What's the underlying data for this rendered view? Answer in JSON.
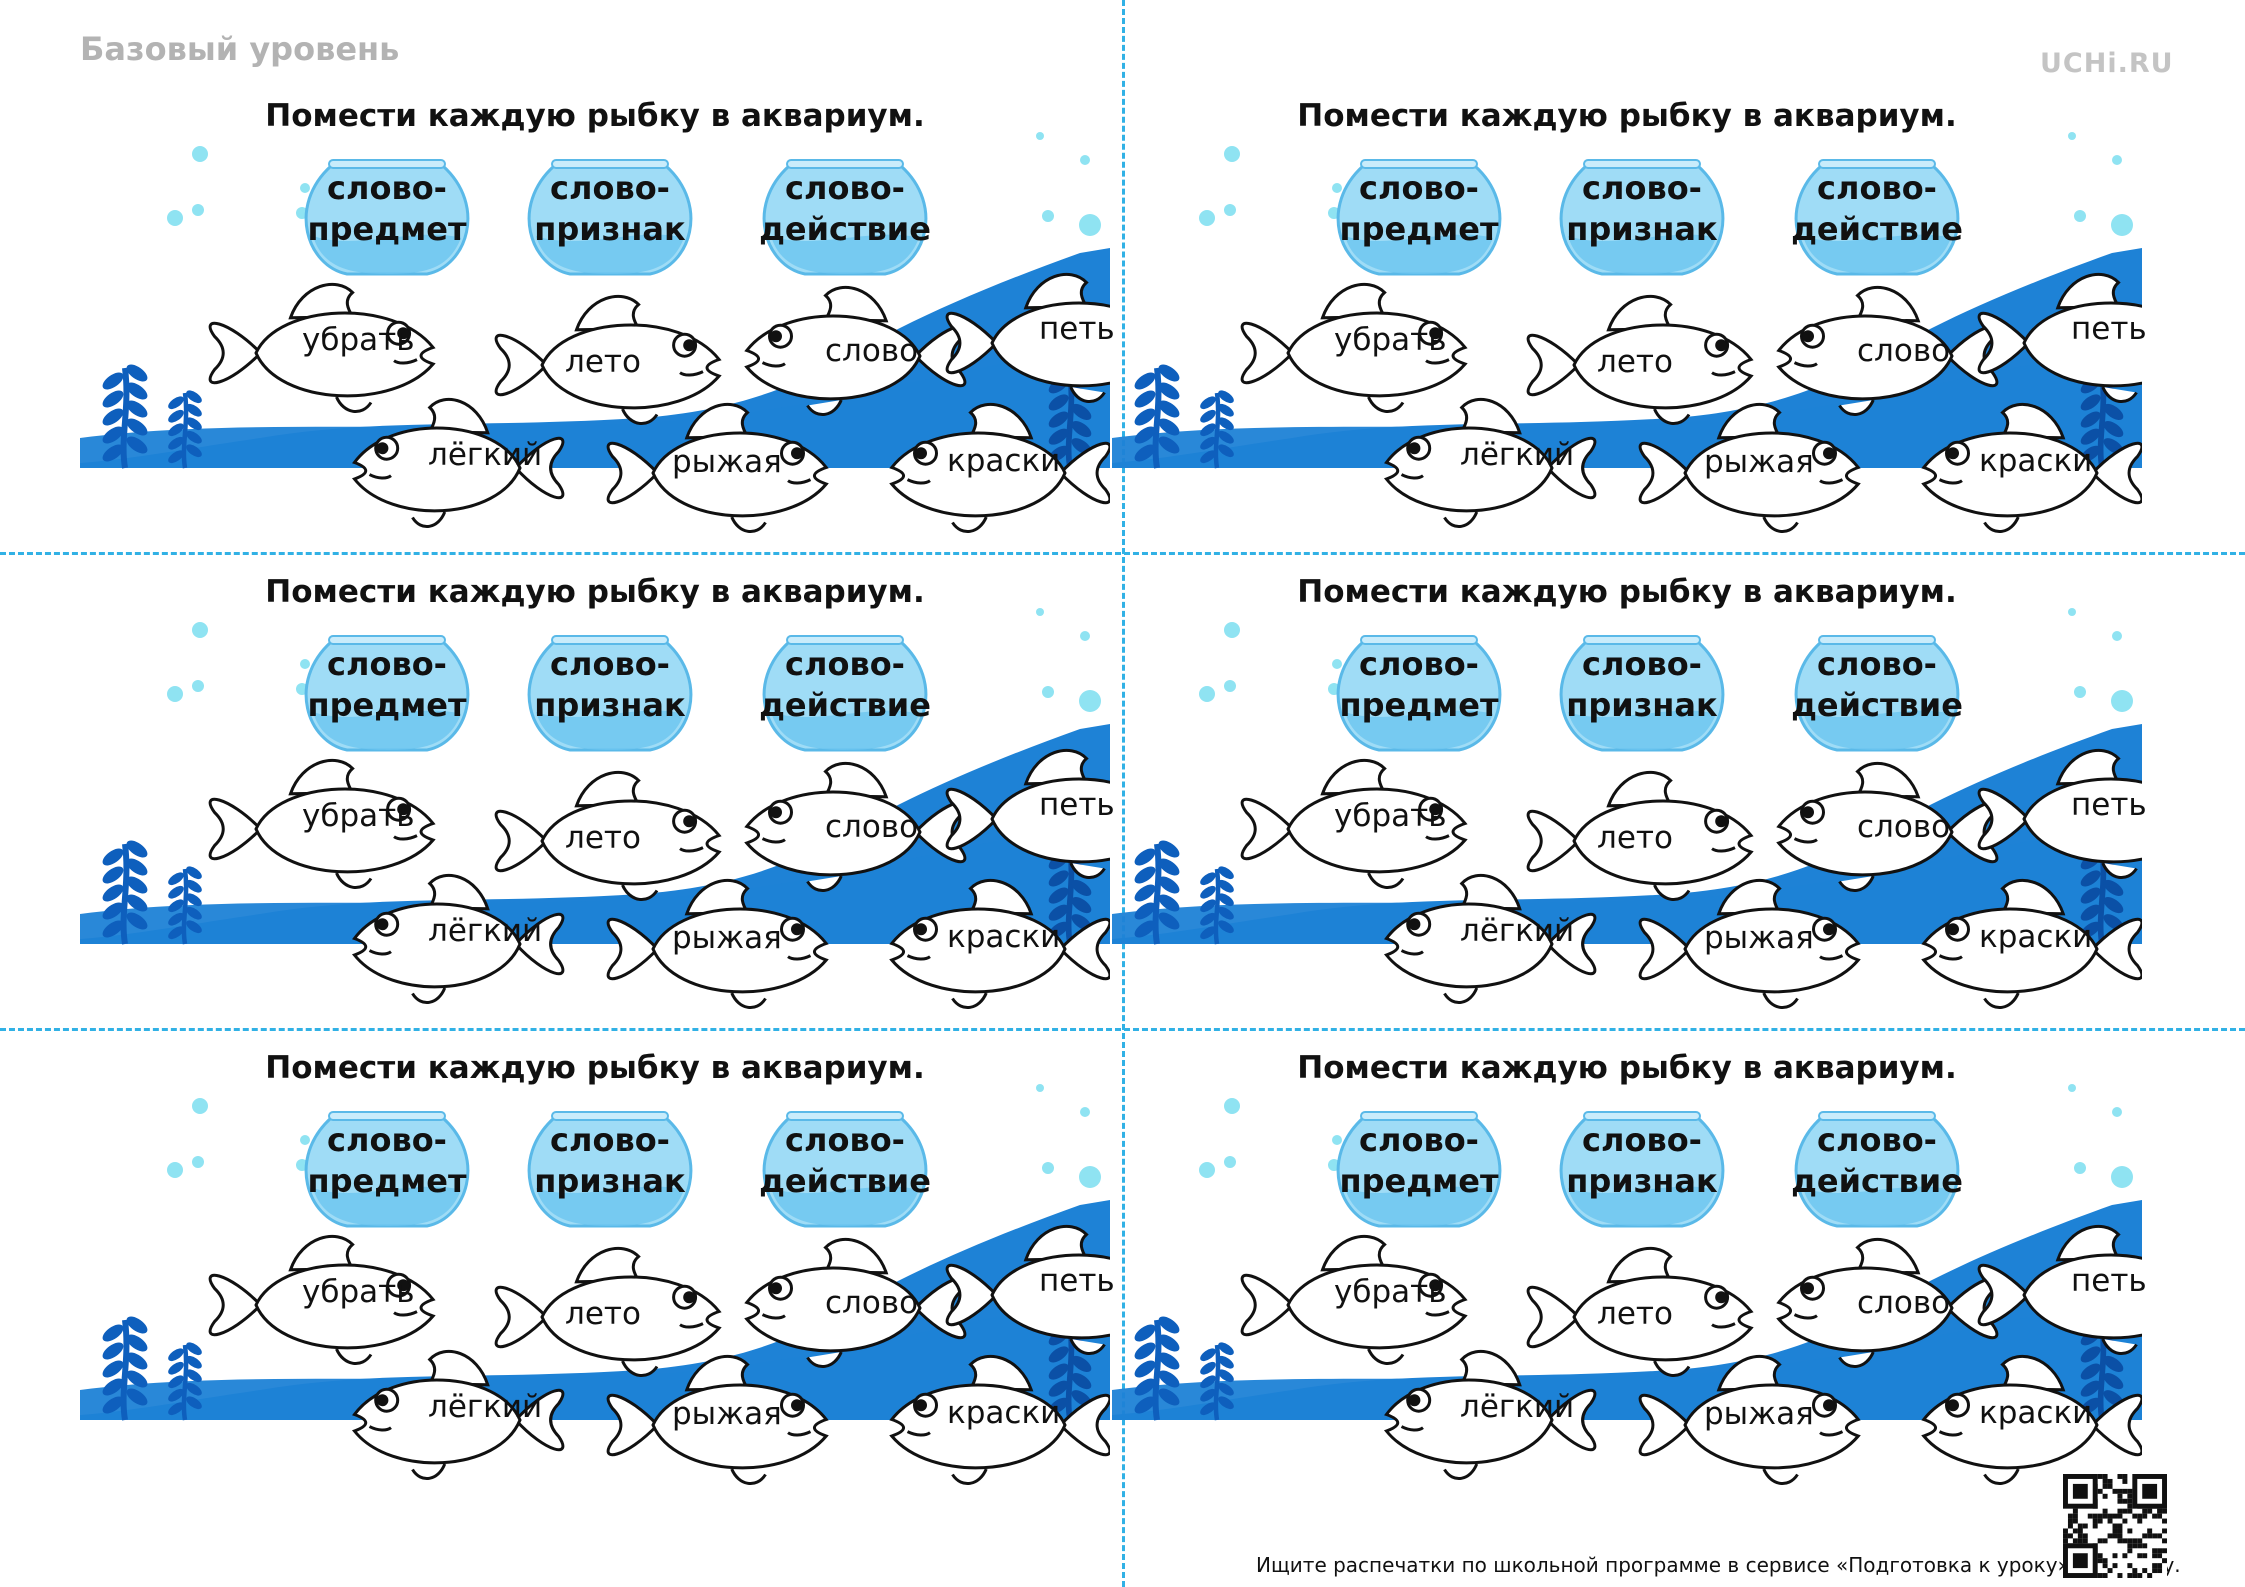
{
  "header": {
    "level_label": "Базовый уровень",
    "logo_text": "UCHi.RU"
  },
  "card": {
    "title": "Помести каждую рыбку в аквариум.",
    "bowls": [
      {
        "line1": "слово-",
        "line2": "предмет"
      },
      {
        "line1": "слово-",
        "line2": "признак"
      },
      {
        "line1": "слово-",
        "line2": "действие"
      }
    ],
    "fish": [
      "убрать",
      "лето",
      "слово",
      "петь",
      "лёгкий",
      "рыжая",
      "краски"
    ]
  },
  "colors": {
    "water": "#1e82d6",
    "bowl": "#9fdcf6",
    "bubble": "#8fe3f2",
    "weed": "#0e5fbd",
    "cut_line": "#31b1e5"
  },
  "footer": {
    "text": "Ищите распечатки по школьной программе в сервисе «Подготовка к уроку» от Учи.ру."
  }
}
